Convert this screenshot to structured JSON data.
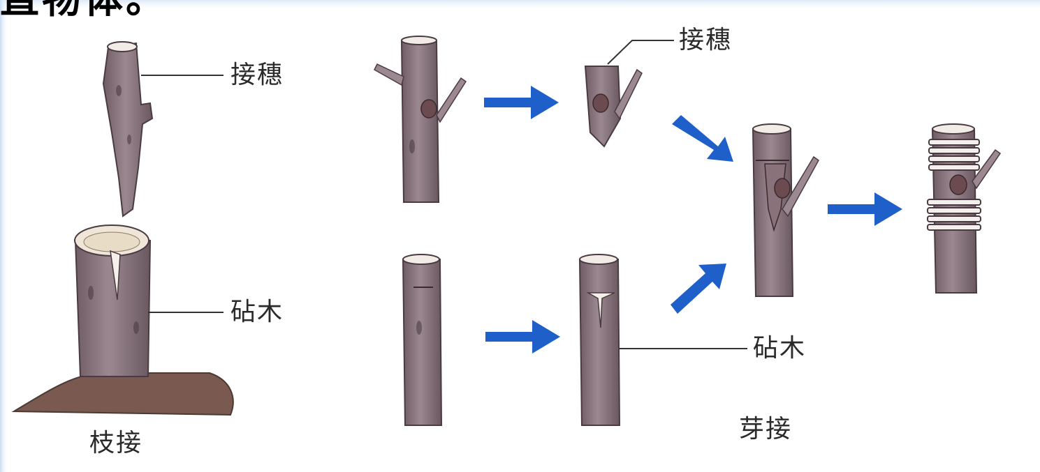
{
  "header": {
    "title_fragment": "直物体。"
  },
  "labels": {
    "scion": "接穗",
    "rootstock": "砧木",
    "branch_grafting": "枝接",
    "bud_scion": "接穗",
    "bud_rootstock": "砧木",
    "bud_grafting": "芽接"
  },
  "colors": {
    "page_gradient_top": "#dce9f7",
    "bark": "#8f7a82",
    "bark_dark": "#5e4a52",
    "soil": "#7a5a50",
    "arrow": "#1f5fc9",
    "leader_line": "#333333"
  }
}
